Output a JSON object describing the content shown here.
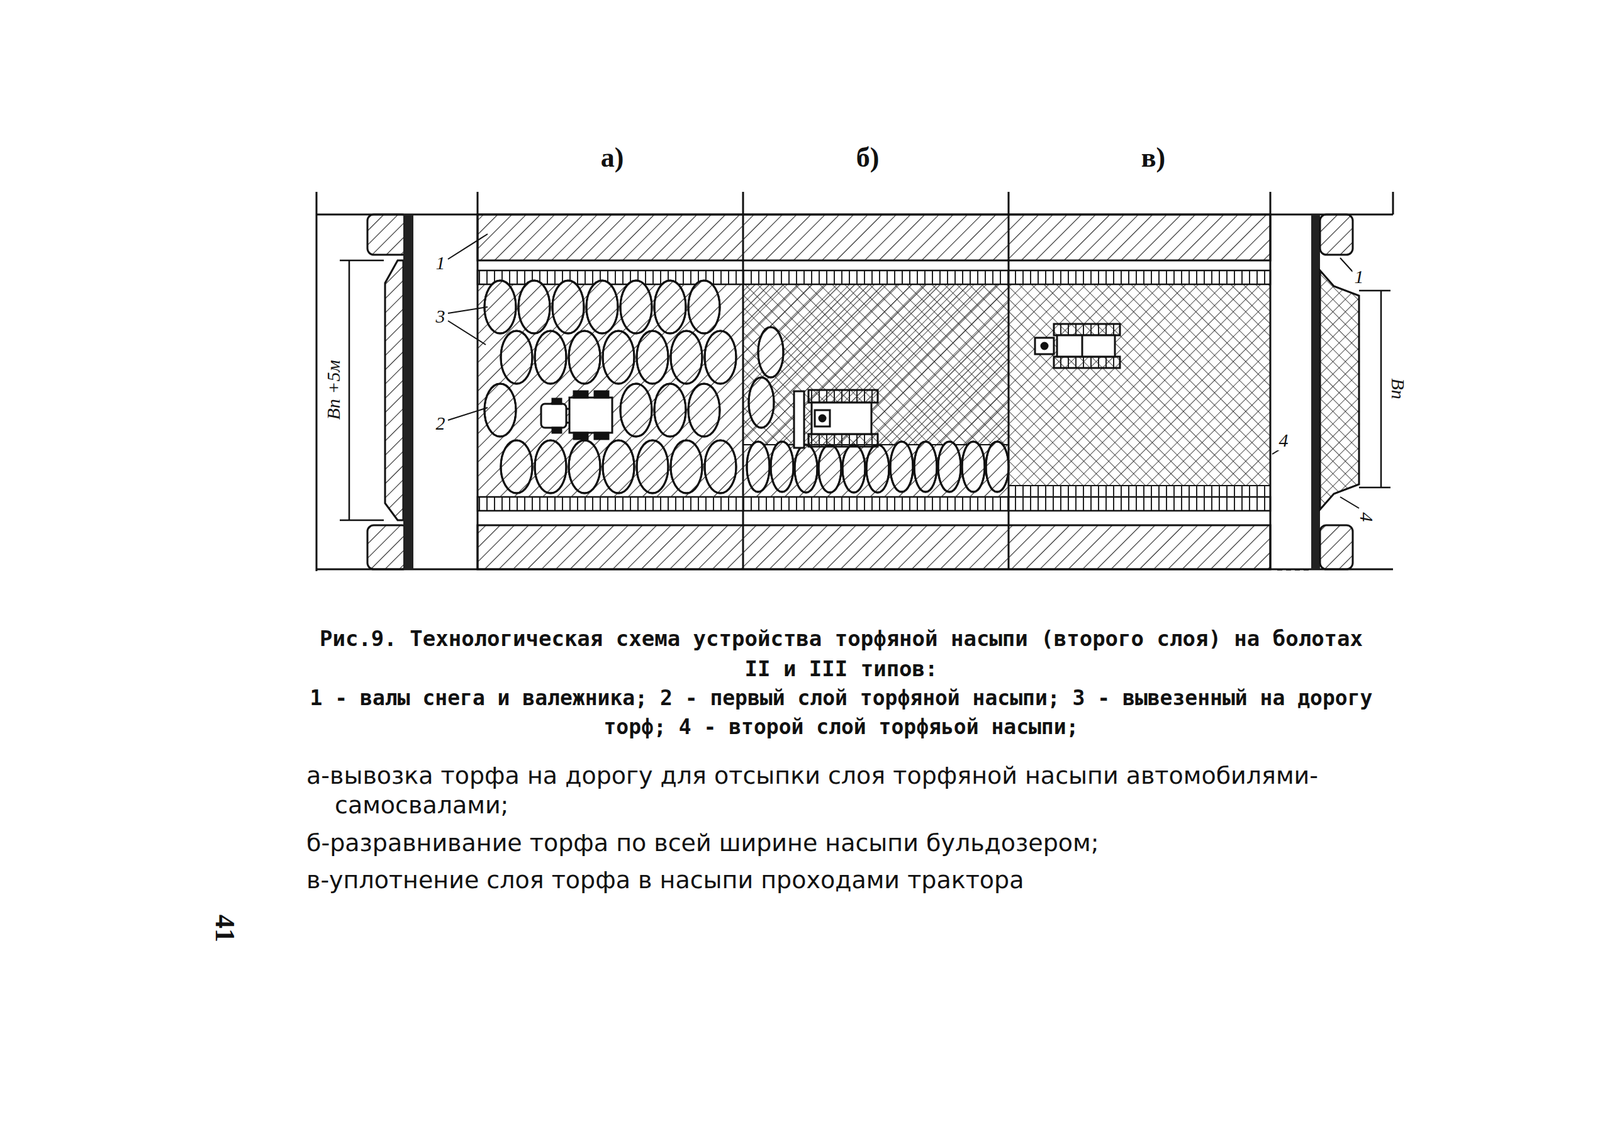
{
  "diagram": {
    "caption": "Рис.9. Технологическая схема устройства торфяной насыпи (второго слоя) на болотах II и III типов:",
    "labels": [
      "а)",
      "б)",
      "в)",
      "1",
      "3",
      "2",
      "Вп +5м",
      "1",
      "Вп",
      "4",
      "4",
      "1 - валы снега и валежника; 2 - первый слой торфяной насыпи; 3 - вывезенный на дорогу торф; 4 - второй слой торфяьой насыпи;",
      "а-вывозка торфа на дорогу для отсыпки слоя торфяной насыпи автомобилями-самосвалами;",
      "б-разравнивание торфа по всей ширине насыпи бульдозером;",
      "в-уплотнение слоя торфа в насыпи проходами трактора",
      "41"
    ]
  }
}
